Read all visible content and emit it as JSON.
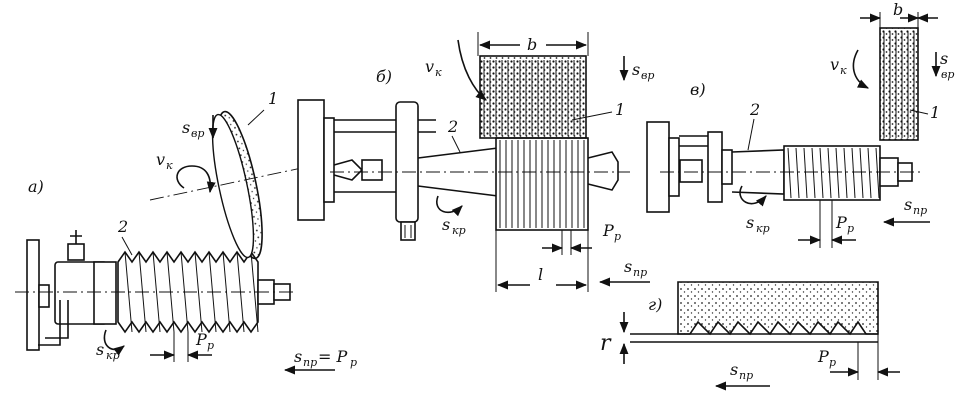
{
  "panels": {
    "a": {
      "tag": "а)",
      "wheel_no": "1",
      "part_no": "2",
      "feed_radial": "s",
      "feed_radial_sub": "вр",
      "wheel_speed": "v",
      "wheel_speed_sub": "к",
      "circ_feed": "s",
      "circ_feed_sub": "кр",
      "pitch": "P",
      "pitch_sub": "р",
      "long_feed": "s",
      "long_feed_sub": "пр",
      "long_feed_eq": "= P",
      "long_feed_eq_sub": "р"
    },
    "b": {
      "tag": "б)",
      "width": "b",
      "length": "l",
      "wheel_no": "1",
      "part_no": "2",
      "wheel_speed": "v",
      "wheel_speed_sub": "к",
      "feed_radial": "s",
      "feed_radial_sub": "вр",
      "circ_feed": "s",
      "circ_feed_sub": "кр",
      "pitch": "P",
      "pitch_sub": "р",
      "long_feed": "s",
      "long_feed_sub": "пр"
    },
    "c": {
      "tag": "в)",
      "width": "b",
      "wheel_no": "1",
      "part_no": "2",
      "wheel_speed": "v",
      "wheel_speed_sub": "к",
      "feed_radial": "s",
      "feed_radial_sub": "вр",
      "circ_feed": "s",
      "circ_feed_sub": "кр",
      "pitch": "P",
      "pitch_sub": "р",
      "long_feed": "s",
      "long_feed_sub": "пр"
    },
    "d": {
      "tag": "г)",
      "radius": "r",
      "pitch": "P",
      "pitch_sub": "р",
      "long_feed": "s",
      "long_feed_sub": "пр"
    }
  }
}
